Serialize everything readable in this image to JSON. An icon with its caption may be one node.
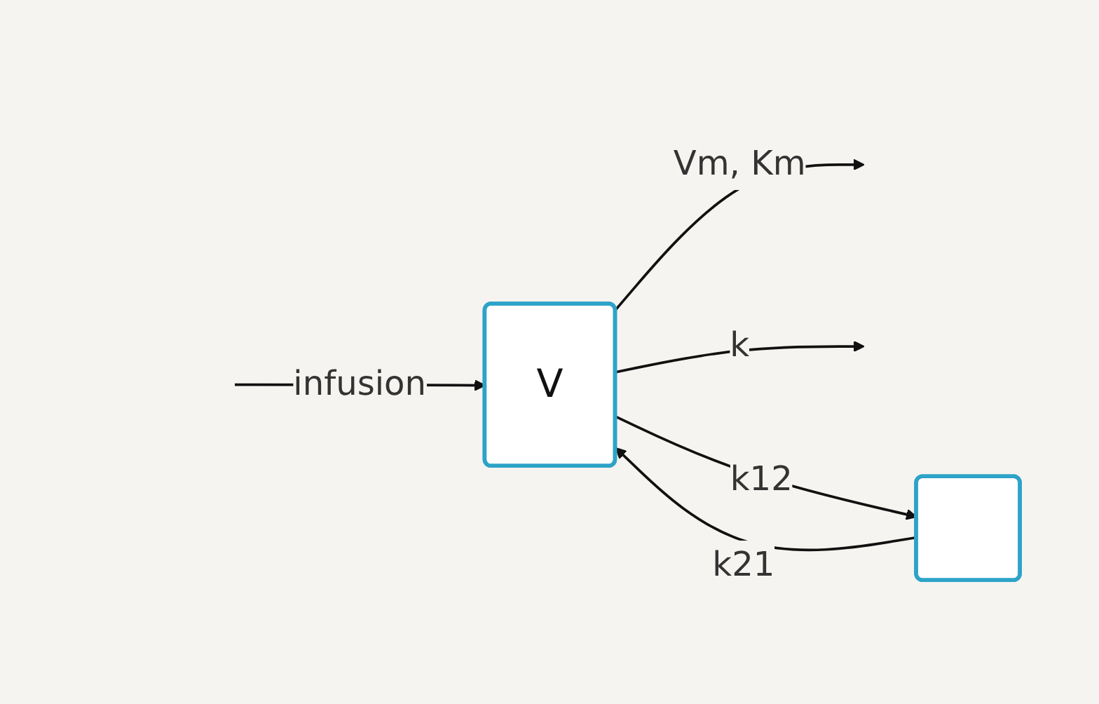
{
  "diagram": {
    "nodes": [
      {
        "text": [
          "V"
        ]
      },
      {
        "text": [],
        "shape": "box"
      }
    ],
    "edges": [
      {
        "from": null,
        "to": 0,
        "arrow": "to",
        "label": "infusion"
      },
      {
        "from": 0,
        "to": null,
        "arrow": "to",
        "label": "Vm, Km"
      },
      {
        "from": 0,
        "to": null,
        "arrow": "to",
        "label": "k"
      },
      {
        "from": 0,
        "to": 1,
        "arrow": "to",
        "label": "k12"
      },
      {
        "from": 1,
        "to": 0,
        "arrow": "to",
        "label": "k21"
      }
    ]
  }
}
